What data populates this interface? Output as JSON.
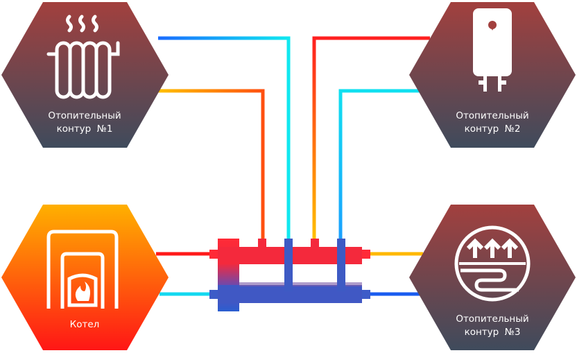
{
  "nodes": {
    "circuit1": {
      "line1": "Отопительный",
      "line2": "контур  №1",
      "icon": "radiator-icon"
    },
    "circuit2": {
      "line1": "Отопительный",
      "line2": "контур  №2",
      "icon": "water-heater-icon"
    },
    "circuit3": {
      "line1": "Отопительный",
      "line2": "контур  №3",
      "icon": "underfloor-heating-icon"
    },
    "boiler": {
      "label": "Котел",
      "icon": "boiler-fire-icon"
    }
  },
  "colors": {
    "hex_top": "#a2403e",
    "hex_bottom": "#3f4b5c",
    "boiler_top": "#ffb000",
    "boiler_bottom": "#ff1a1a",
    "hot": "#ff2a2a",
    "warm": "#ffb400",
    "cold": "#1aa8ff",
    "cold_light": "#14e4f0",
    "manifold_blue": "#3a5fc8"
  }
}
